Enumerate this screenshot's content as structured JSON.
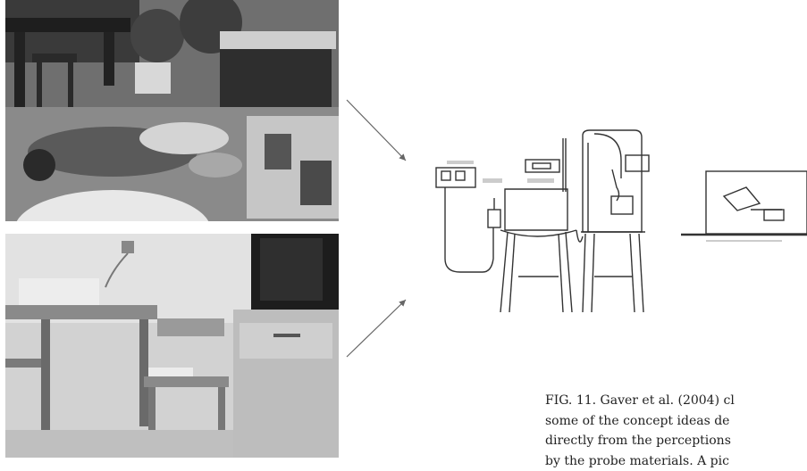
{
  "figure": {
    "caption_lines": [
      "FIG. 11. Gaver et al. (2004) cl",
      "some of the concept ideas de",
      "directly from the perceptions",
      "by the probe materials. A pic"
    ]
  }
}
